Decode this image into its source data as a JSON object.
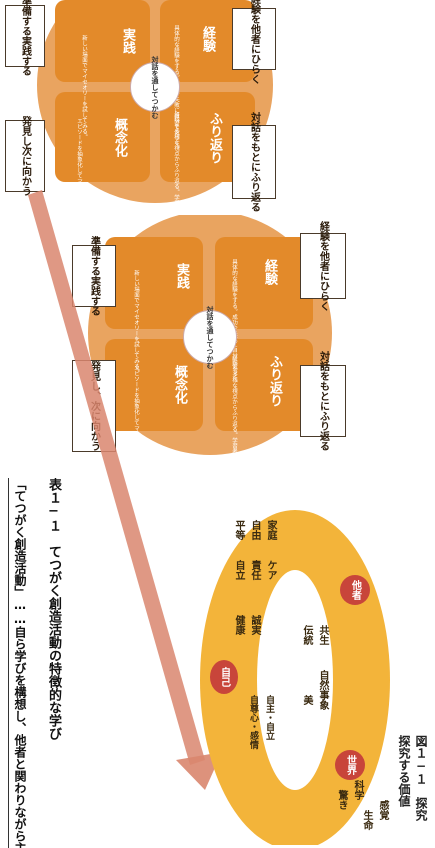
{
  "cycle1": {
    "experience_box": "経験を他者にひらく",
    "practice_box": "準備する実践する",
    "reflect_box": "対話をもとにふり返る",
    "next_box": "発見し次に向かう",
    "center": "対話を通してつかむ",
    "q_experience": "経験",
    "q_reflect": "ふり返り",
    "q_practice": "実践",
    "q_concept": "概念化",
    "d_experience": "具体的な経験をする。成功や失敗に自分で気づく。",
    "d_reflect": "経験を多様な視点からふり返る。学習者自身がエピソードを抽出する。",
    "d_practice": "新しい場面でマイセオリーを試してみる。",
    "d_concept": "エピソードを抽象化してマイセオリーを創造する。"
  },
  "cycle2": {
    "experience_box": "経験を他者にひらく",
    "practice_box": "準備する実践する",
    "reflect_box": "対話をもとにふり返る",
    "next_box": "発見し、次に向かう",
    "center": "対話を通してつかむ",
    "q_experience": "経験",
    "q_reflect": "ふり返り",
    "q_practice": "実践",
    "q_concept": "概念化",
    "d_experience": "具体的な経験をする。成功や失敗に自分で気づく。",
    "d_reflect": "経験を多様な視点からふり返る。学習者自身がエピソードを抽出する。",
    "d_practice": "新しい場面でマイセオリーを試してみる。",
    "d_concept": "エピソードを抽象化してマイセオリーを創造する。"
  },
  "table_caption": "表１−１　てつがく創造活動の特徴的な学び",
  "table_row": "「てつがく創造活動」……自ら学びを構想し、他者と関わりながら主体的",
  "figure_caption": "図１−１　探究",
  "figure_subcaption": "探究する価値",
  "ring": {
    "others": "他者",
    "self": "自己",
    "world": "世界",
    "col1": [
      "家庭",
      "自由",
      "平等"
    ],
    "col2": [
      "ケア",
      "責任",
      "自立"
    ],
    "col3": [
      "共生",
      "伝統"
    ],
    "col4": [
      "誠実",
      "健康"
    ],
    "col5": [
      "自然事象",
      "美"
    ],
    "col6": [
      "自主・自立",
      "自尊心・感情"
    ],
    "col7": [
      "科学",
      "驚き"
    ],
    "col8": [
      "感覚",
      "生命"
    ]
  },
  "colors": {
    "orange": "#e38a2a",
    "dark_orange": "#c9721c",
    "ring": "#f3b43a",
    "red": "#c8453a",
    "arrow": "#d9866e"
  }
}
